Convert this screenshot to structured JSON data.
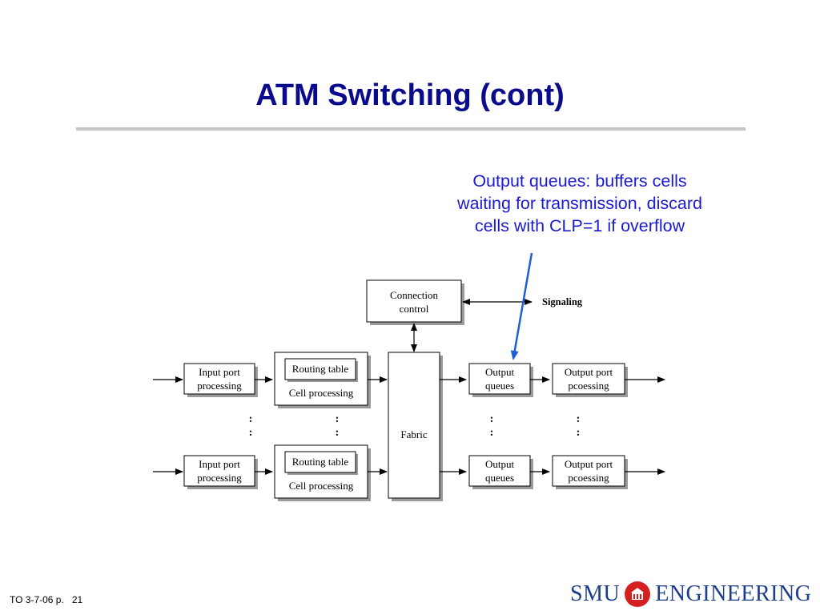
{
  "slide": {
    "title": "ATM Switching (cont)",
    "annotation_lines": [
      "Output queues: buffers cells",
      "waiting for transmission, discard",
      "cells with CLP=1 if overflow"
    ],
    "footer_left": "TO 3-7-06 p.",
    "page_number": "21",
    "logo_left": "SMU",
    "logo_right": "ENGINEERING"
  },
  "diagram": {
    "connection_control": [
      "Connection",
      "control"
    ],
    "signaling": "Signaling",
    "fabric": "Fabric",
    "input_port": [
      "Input port",
      "processing"
    ],
    "routing_table": "Routing table",
    "cell_processing": "Cell processing",
    "output_queues": [
      "Output",
      "queues"
    ],
    "output_port": [
      "Output port",
      "pcoessing"
    ]
  },
  "colors": {
    "title": "#0a0a8c",
    "annotation": "#1a1ad2",
    "pointer_arrow": "#1f5fd6",
    "box_shadow": "#9a9a9a",
    "logo_blue": "#1c3c8c",
    "logo_red": "#d42020"
  }
}
